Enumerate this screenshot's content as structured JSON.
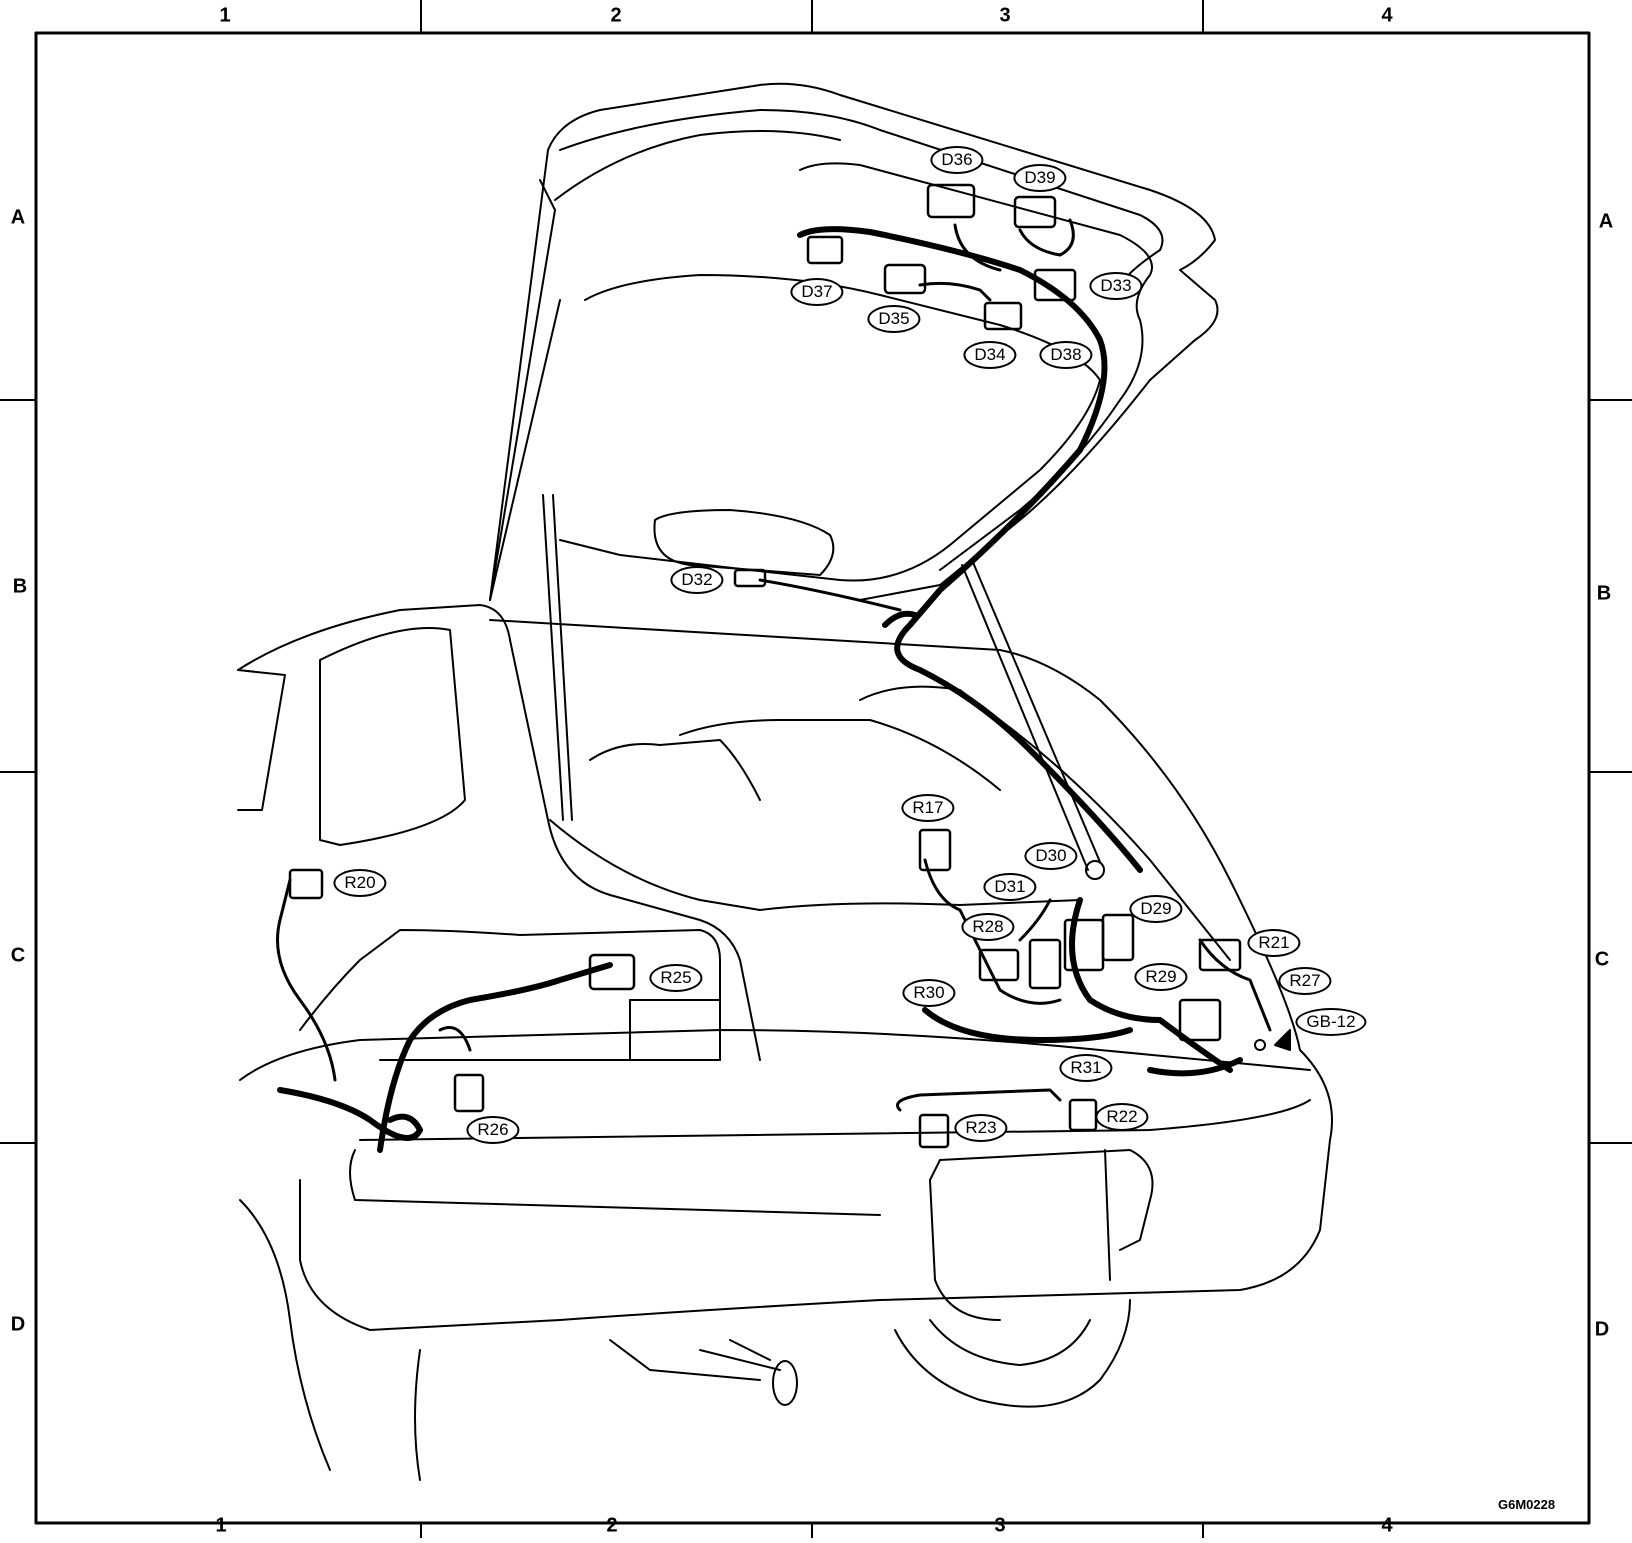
{
  "grid": {
    "columns": [
      "1",
      "2",
      "3",
      "4"
    ],
    "rows": [
      "A",
      "B",
      "C",
      "D"
    ]
  },
  "callouts": {
    "D36": "D36",
    "D39": "D39",
    "D37": "D37",
    "D35": "D35",
    "D34": "D34",
    "D38": "D38",
    "D33": "D33",
    "D32": "D32",
    "R17": "R17",
    "D30": "D30",
    "D31": "D31",
    "D29": "D29",
    "R20": "R20",
    "R28": "R28",
    "R21": "R21",
    "R25": "R25",
    "R30": "R30",
    "R29": "R29",
    "R27": "R27",
    "GB12": "GB-12",
    "R31": "R31",
    "R26": "R26",
    "R23": "R23",
    "R22": "R22"
  },
  "drawing_code": "G6M0228"
}
